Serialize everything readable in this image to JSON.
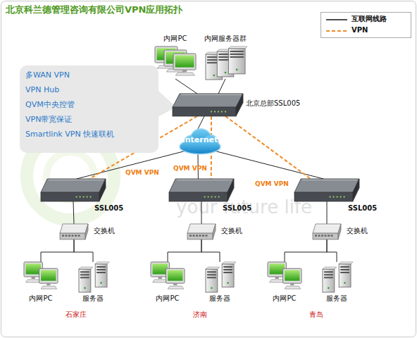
{
  "diagram": {
    "title": "北京科兰德管理咨询有限公司VPN应用拓扑",
    "nodes": [
      {
        "text": [
          "多WAN VPN",
          "VPN Hub",
          "QVM中央控管",
          "VPN带宽保证",
          "Smartlink VPN 快速联机"
        ]
      },
      {
        "text": [
          "内网PC"
        ]
      },
      {
        "text": [
          "内网服务器群"
        ]
      },
      {
        "text": [
          "北京总部SSL005"
        ]
      },
      {
        "text": [
          "Internet"
        ]
      },
      {
        "text": [
          "SSL005"
        ]
      },
      {
        "text": [
          "SSL005"
        ]
      },
      {
        "text": [
          "SSL005"
        ]
      },
      {
        "text": [
          "交换机"
        ]
      },
      {
        "text": [
          "交换机"
        ]
      },
      {
        "text": [
          "交换机"
        ]
      },
      {
        "text": [
          "内网PC"
        ]
      },
      {
        "text": [
          "服务器"
        ]
      },
      {
        "text": [
          "内网PC"
        ]
      },
      {
        "text": [
          "服务器"
        ]
      },
      {
        "text": [
          "内网PC"
        ]
      },
      {
        "text": [
          "服务器"
        ]
      }
    ],
    "edges": [
      {
        "from": 1,
        "to": 3,
        "arrow": "none"
      },
      {
        "from": 2,
        "to": 3,
        "arrow": "none"
      },
      {
        "from": 3,
        "to": 4,
        "arrow": "none"
      },
      {
        "from": 4,
        "to": 5,
        "arrow": "none"
      },
      {
        "from": 4,
        "to": 6,
        "arrow": "none"
      },
      {
        "from": 4,
        "to": 7,
        "arrow": "none"
      },
      {
        "from": 3,
        "to": 5,
        "label": "QVM VPN",
        "arrow": "none"
      },
      {
        "from": 3,
        "to": 6,
        "label": "QVM VPN",
        "arrow": "none"
      },
      {
        "from": 3,
        "to": 7,
        "label": "QVM VPN",
        "arrow": "none"
      },
      {
        "from": 5,
        "to": 8,
        "arrow": "none"
      },
      {
        "from": 6,
        "to": 9,
        "arrow": "none"
      },
      {
        "from": 7,
        "to": 10,
        "arrow": "none"
      },
      {
        "from": 8,
        "to": 11,
        "arrow": "none"
      },
      {
        "from": 8,
        "to": 12,
        "arrow": "none"
      },
      {
        "from": 9,
        "to": 13,
        "arrow": "none"
      },
      {
        "from": 9,
        "to": 14,
        "arrow": "none"
      },
      {
        "from": 10,
        "to": 15,
        "arrow": "none"
      },
      {
        "from": 10,
        "to": 16,
        "arrow": "none"
      }
    ],
    "labels": [
      "石家庄",
      "济南",
      "青岛",
      "your future life"
    ],
    "legend": [
      {
        "text": "互联网线路"
      },
      {
        "text": "VPN"
      }
    ]
  }
}
